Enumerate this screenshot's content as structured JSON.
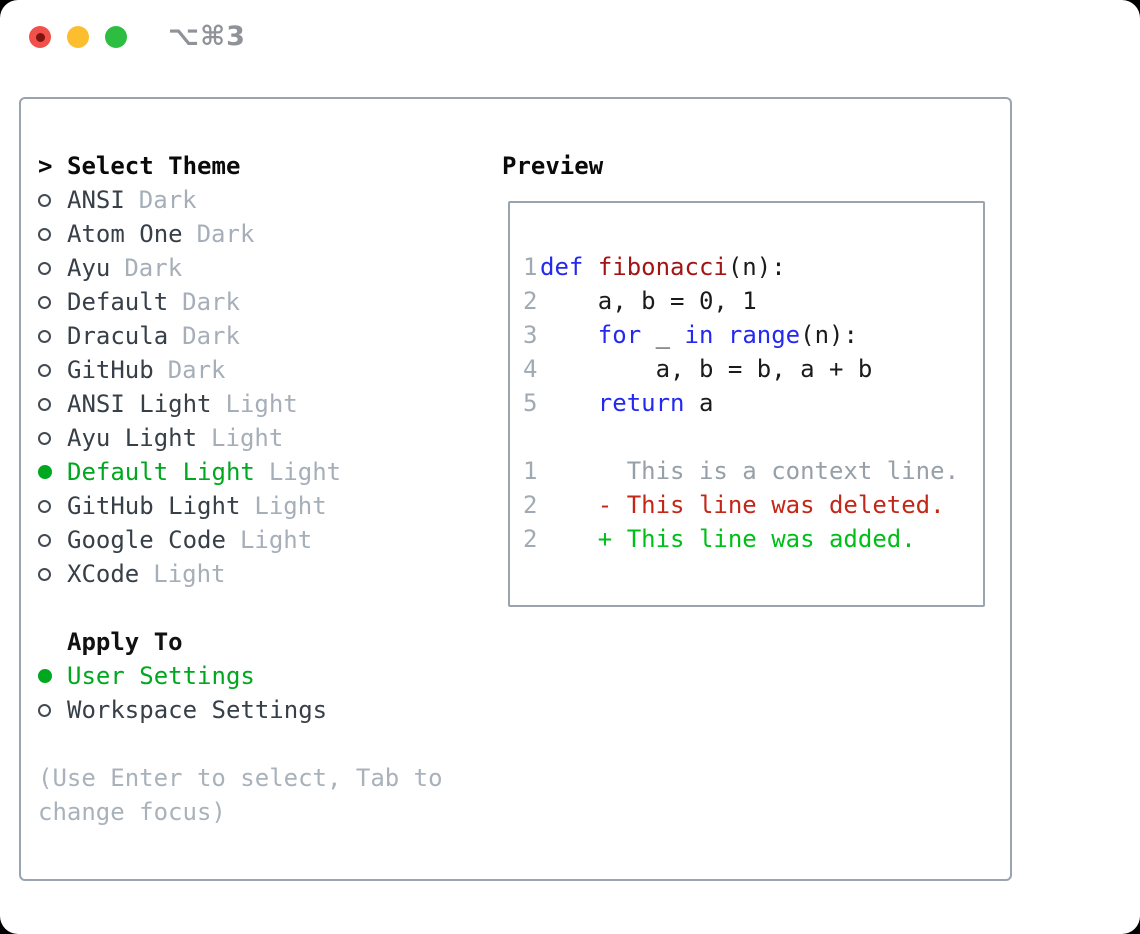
{
  "window": {
    "shortcut": "⌥⌘3",
    "traffic_lights": [
      {
        "name": "close-button",
        "color": "#f1514a"
      },
      {
        "name": "minimize-button",
        "color": "#fcbd2f"
      },
      {
        "name": "zoom-button",
        "color": "#2dbe41"
      }
    ]
  },
  "theme_picker": {
    "prompt": ">",
    "title": "Select Theme",
    "items": [
      {
        "name": "ANSI",
        "tag": "Dark",
        "selected": false
      },
      {
        "name": "Atom One",
        "tag": "Dark",
        "selected": false
      },
      {
        "name": "Ayu",
        "tag": "Dark",
        "selected": false
      },
      {
        "name": "Default",
        "tag": "Dark",
        "selected": false
      },
      {
        "name": "Dracula",
        "tag": "Dark",
        "selected": false
      },
      {
        "name": "GitHub",
        "tag": "Dark",
        "selected": false
      },
      {
        "name": "ANSI Light",
        "tag": "Light",
        "selected": false
      },
      {
        "name": "Ayu Light",
        "tag": "Light",
        "selected": false
      },
      {
        "name": "Default Light",
        "tag": "Light",
        "selected": true
      },
      {
        "name": "GitHub Light",
        "tag": "Light",
        "selected": false
      },
      {
        "name": "Google Code",
        "tag": "Light",
        "selected": false
      },
      {
        "name": "XCode",
        "tag": "Light",
        "selected": false
      }
    ],
    "apply_to": {
      "label": "Apply To",
      "options": [
        {
          "name": "User Settings",
          "selected": true
        },
        {
          "name": "Workspace Settings",
          "selected": false
        }
      ]
    },
    "help_lines": [
      "(Use Enter to select, Tab to",
      "change focus)"
    ]
  },
  "preview": {
    "title": "Preview",
    "code_lines": [
      {
        "num": "1",
        "segments": [
          [
            "kw",
            "def"
          ],
          [
            "pl",
            " "
          ],
          [
            "fn",
            "fibonacci"
          ],
          [
            "pl",
            "(n):"
          ]
        ]
      },
      {
        "num": "2",
        "segments": [
          [
            "pl",
            "    a, b = 0, 1"
          ]
        ]
      },
      {
        "num": "3",
        "segments": [
          [
            "pl",
            "    "
          ],
          [
            "kw",
            "for"
          ],
          [
            "pl",
            " _ "
          ],
          [
            "kw",
            "in"
          ],
          [
            "pl",
            " "
          ],
          [
            "kw",
            "range"
          ],
          [
            "pl",
            "(n):"
          ]
        ]
      },
      {
        "num": "4",
        "segments": [
          [
            "pl",
            "        a, b = b, a + b"
          ]
        ]
      },
      {
        "num": "5",
        "segments": [
          [
            "pl",
            "    "
          ],
          [
            "kw",
            "return"
          ],
          [
            "pl",
            " a"
          ]
        ]
      },
      {
        "num": "",
        "segments": []
      },
      {
        "num": "1",
        "segments": [
          [
            "ctx",
            "      This is a context line."
          ]
        ]
      },
      {
        "num": "2",
        "segments": [
          [
            "del",
            "    - This line was deleted."
          ]
        ]
      },
      {
        "num": "2",
        "segments": [
          [
            "add",
            "    + This line was added."
          ]
        ]
      }
    ]
  },
  "colors": {
    "selection_green": "#00a81f",
    "added_green": "#00bf18",
    "deleted_red": "#c22718",
    "keyword_blue": "#2329f0",
    "function_red": "#a31515",
    "muted_gray": "#a6afb9",
    "border_gray": "#9aa4ae"
  }
}
